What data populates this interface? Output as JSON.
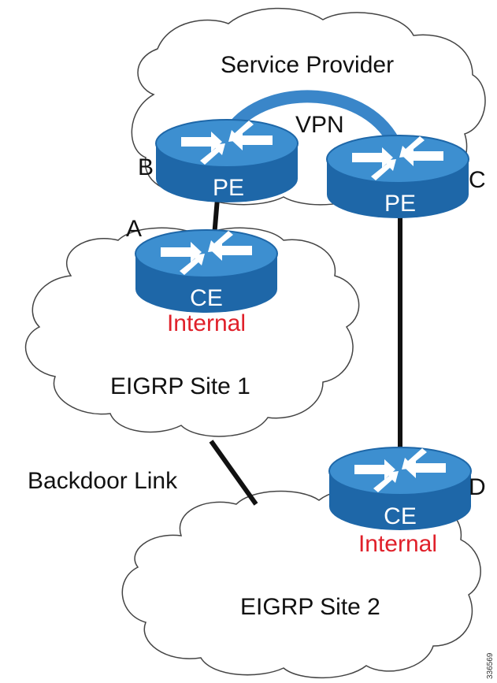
{
  "labels": {
    "service_provider": "Service Provider",
    "vpn": "VPN",
    "site1": "EIGRP Site 1",
    "site2": "EIGRP Site 2",
    "backdoor": "Backdoor Link",
    "internal": "Internal"
  },
  "routers": [
    {
      "id": "B",
      "role": "PE"
    },
    {
      "id": "C",
      "role": "PE"
    },
    {
      "id": "A",
      "role": "CE",
      "tag": "Internal"
    },
    {
      "id": "D",
      "role": "CE",
      "tag": "Internal"
    }
  ],
  "figure_id": "336569",
  "colors": {
    "router_top": "#3d8fd0",
    "router_side": "#1e67a8",
    "vpn_arc": "#3a86c9",
    "internal": "#e0202a"
  }
}
